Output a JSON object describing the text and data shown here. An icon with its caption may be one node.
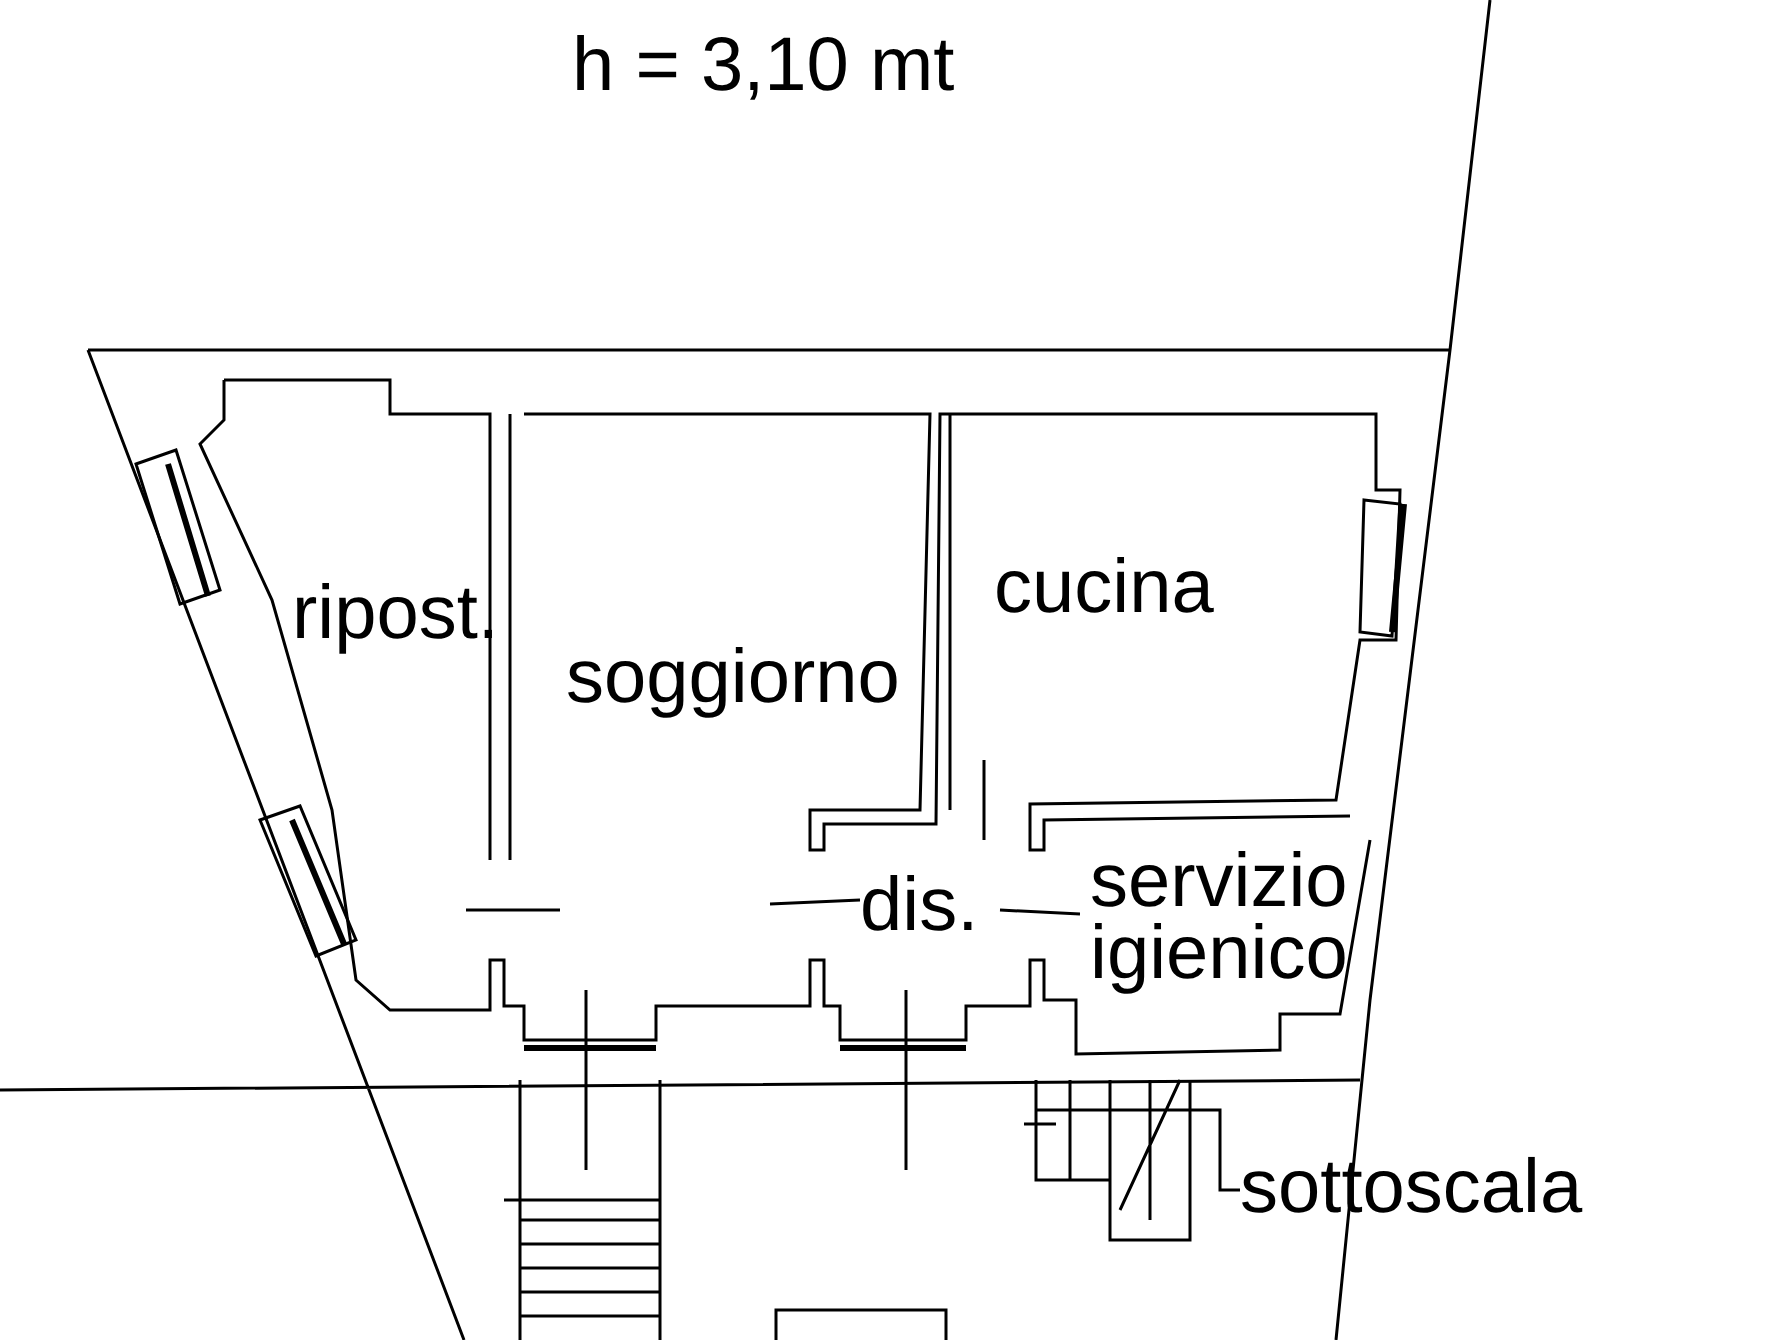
{
  "diagram": {
    "title": "h = 3,10 mt",
    "labels": [
      "ripost.",
      "soggiorno",
      "cucina",
      "dis.",
      "servizio igienico",
      "sottoscala"
    ]
  }
}
